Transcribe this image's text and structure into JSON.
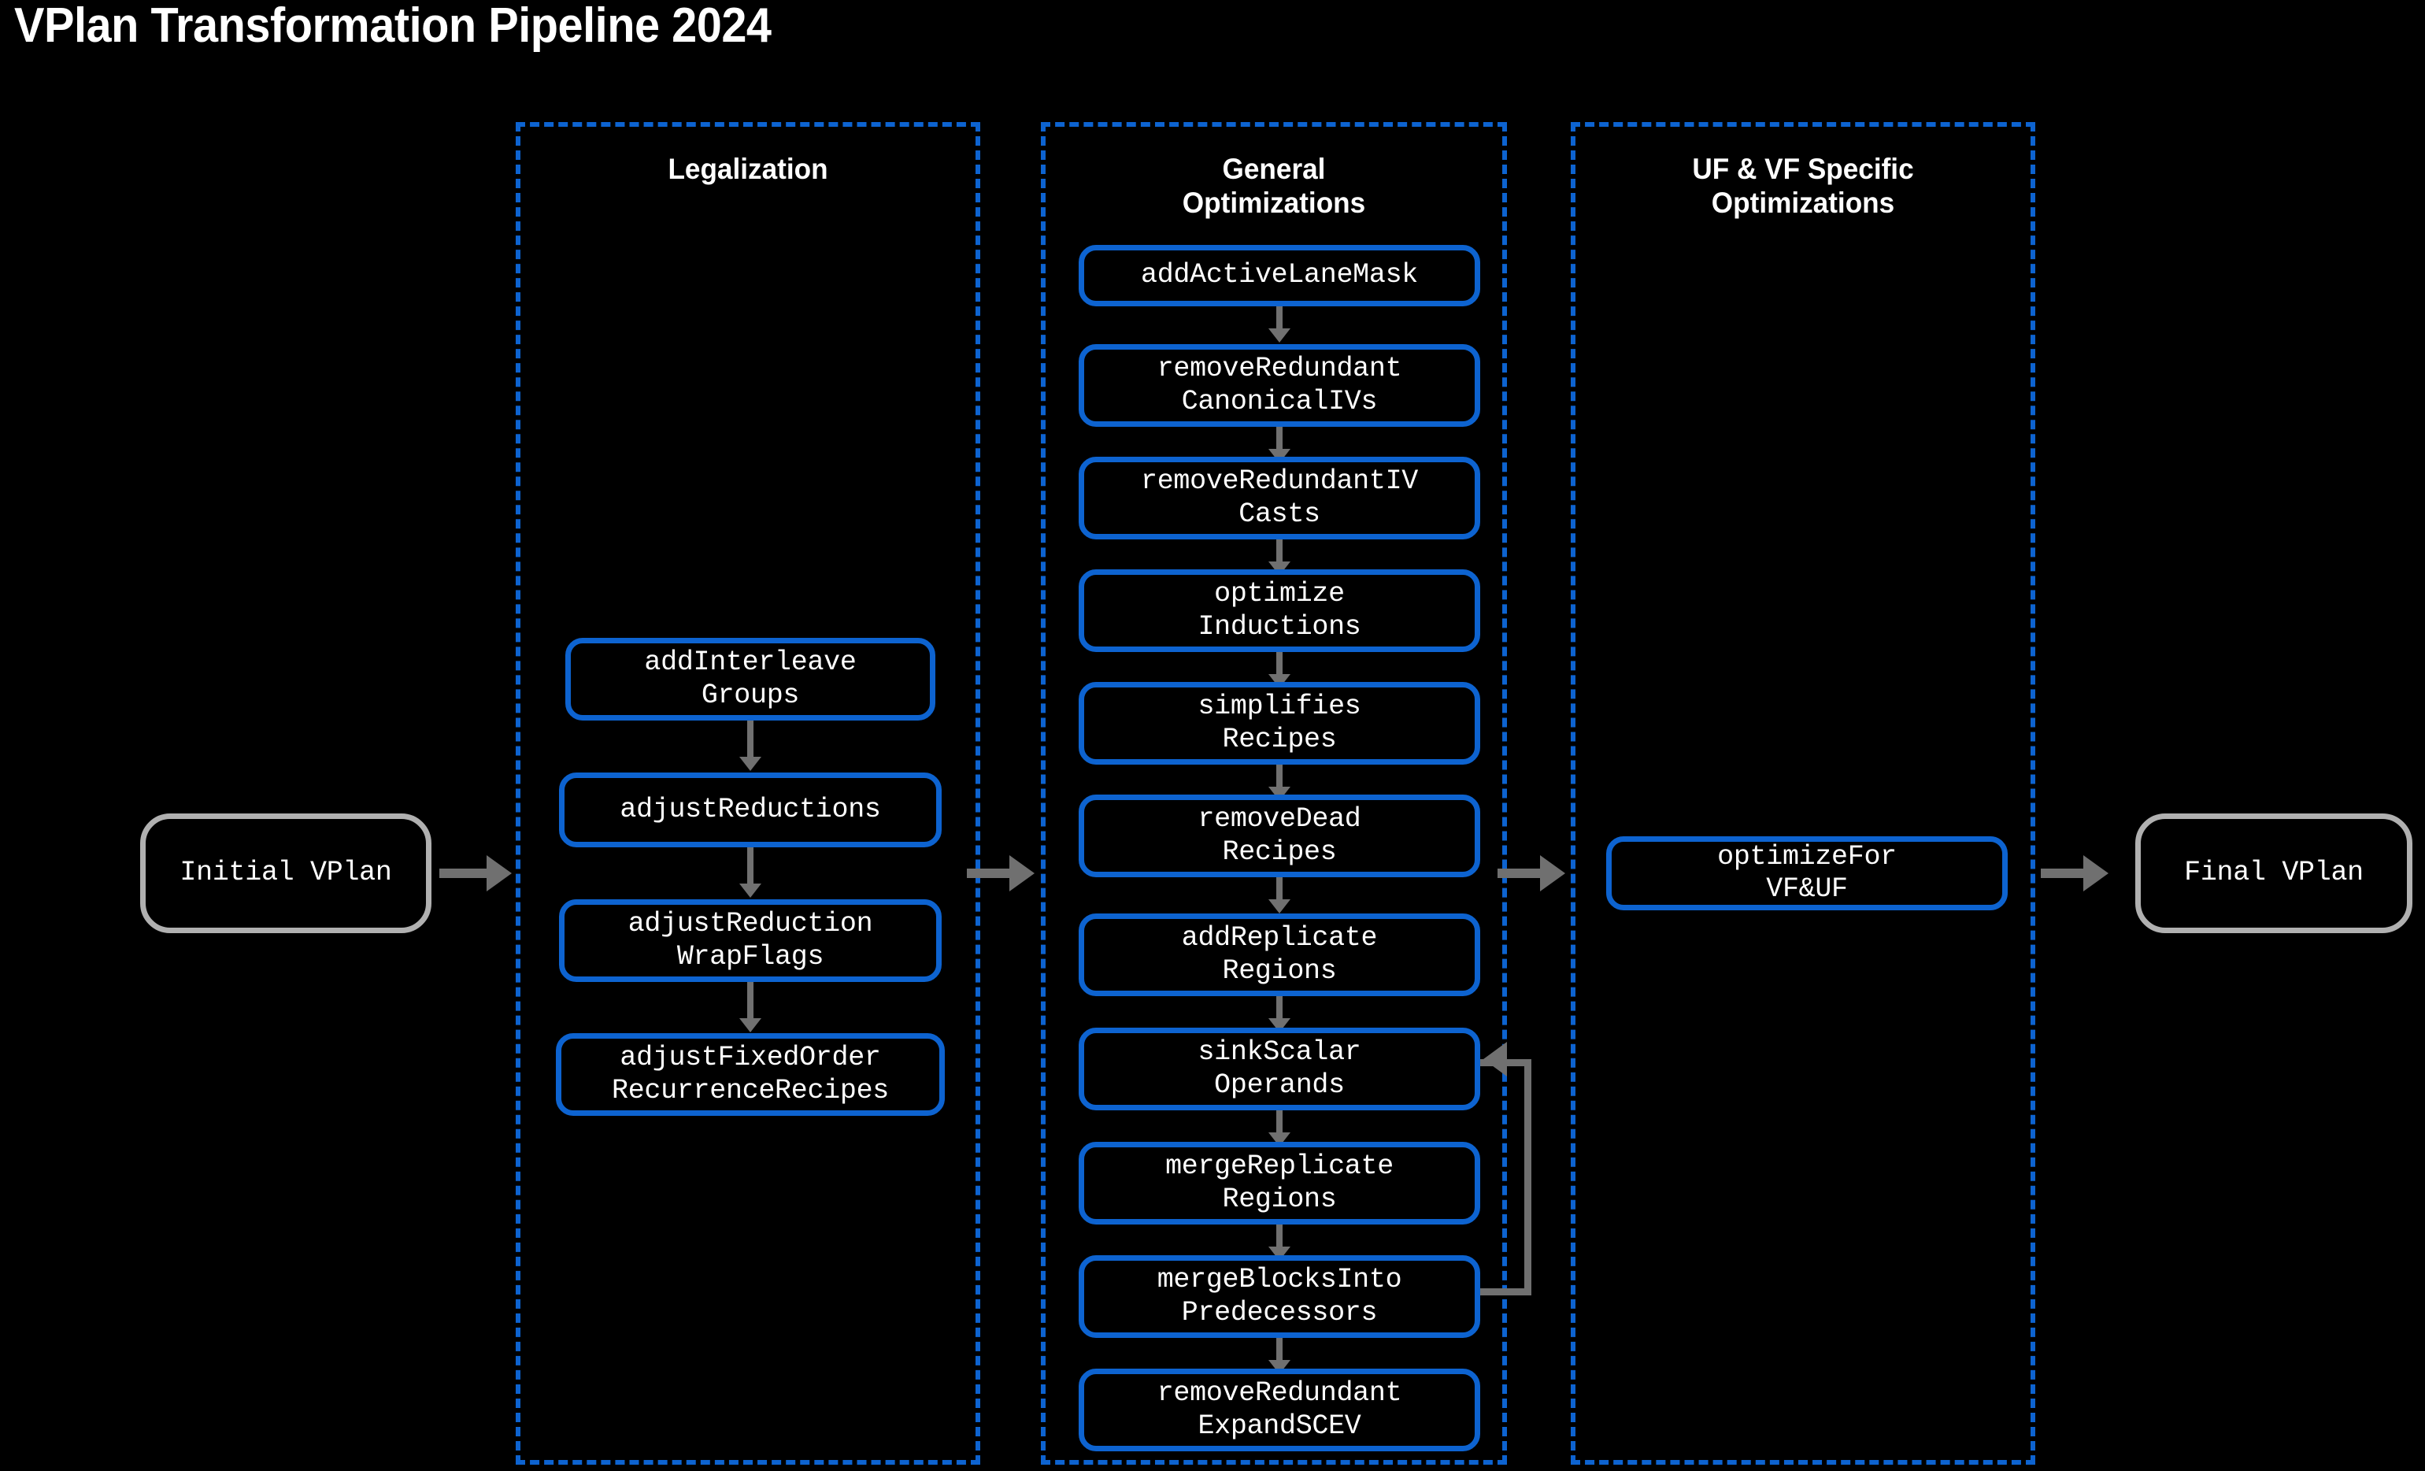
{
  "title": "VPlan Transformation Pipeline 2024",
  "colors": {
    "background": "#000000",
    "cluster_border": "#0d63d0",
    "node_border_blue": "#0d63d0",
    "node_border_gray": "#b0b0b0",
    "text": "#ffffff",
    "edge": "#707070"
  },
  "endpoints": {
    "initial": "Initial VPlan",
    "final": "Final VPlan"
  },
  "clusters": [
    {
      "id": "legalization",
      "title": "Legalization",
      "nodes": [
        {
          "id": "addInterleaveGroups",
          "label": "addInterleave\nGroups"
        },
        {
          "id": "adjustReductions",
          "label": "adjustReductions"
        },
        {
          "id": "adjustReductionWrapFlags",
          "label": "adjustReduction\nWrapFlags"
        },
        {
          "id": "adjustFixedOrderRecurrenceRecipes",
          "label": "adjustFixedOrder\nRecurrenceRecipes"
        }
      ]
    },
    {
      "id": "general",
      "title": "General\nOptimizations",
      "nodes": [
        {
          "id": "addActiveLaneMask",
          "label": "addActiveLaneMask"
        },
        {
          "id": "removeRedundantCanonicalIVs",
          "label": "removeRedundant\nCanonicalIVs"
        },
        {
          "id": "removeRedundantIVCasts",
          "label": "removeRedundantIV\nCasts"
        },
        {
          "id": "optimizeInductions",
          "label": "optimize\nInductions"
        },
        {
          "id": "simplifiesRecipes",
          "label": "simplifies\nRecipes"
        },
        {
          "id": "removeDeadRecipes",
          "label": "removeDead\nRecipes"
        },
        {
          "id": "addReplicateRegions",
          "label": "addReplicate\nRegions"
        },
        {
          "id": "sinkScalarOperands",
          "label": "sinkScalar\nOperands"
        },
        {
          "id": "mergeReplicateRegions",
          "label": "mergeReplicate\nRegions"
        },
        {
          "id": "mergeBlocksIntoPredecessors",
          "label": "mergeBlocksInto\nPredecessors"
        },
        {
          "id": "removeRedundantExpandSCEV",
          "label": "removeRedundant\nExpandSCEV"
        }
      ]
    },
    {
      "id": "ufvf",
      "title": "UF & VF Specific\nOptimizations",
      "nodes": [
        {
          "id": "optimizeForVFUF",
          "label": "optimizeFor\nVF&UF"
        }
      ]
    }
  ],
  "edges": [
    {
      "from": "initial",
      "to": "legalization",
      "kind": "horizontal"
    },
    {
      "from": "legalization",
      "to": "general",
      "kind": "horizontal"
    },
    {
      "from": "general",
      "to": "ufvf",
      "kind": "horizontal"
    },
    {
      "from": "ufvf",
      "to": "final",
      "kind": "horizontal"
    },
    {
      "from": "mergeBlocksIntoPredecessors",
      "to": "sinkScalarOperands",
      "kind": "feedback-loop"
    }
  ]
}
